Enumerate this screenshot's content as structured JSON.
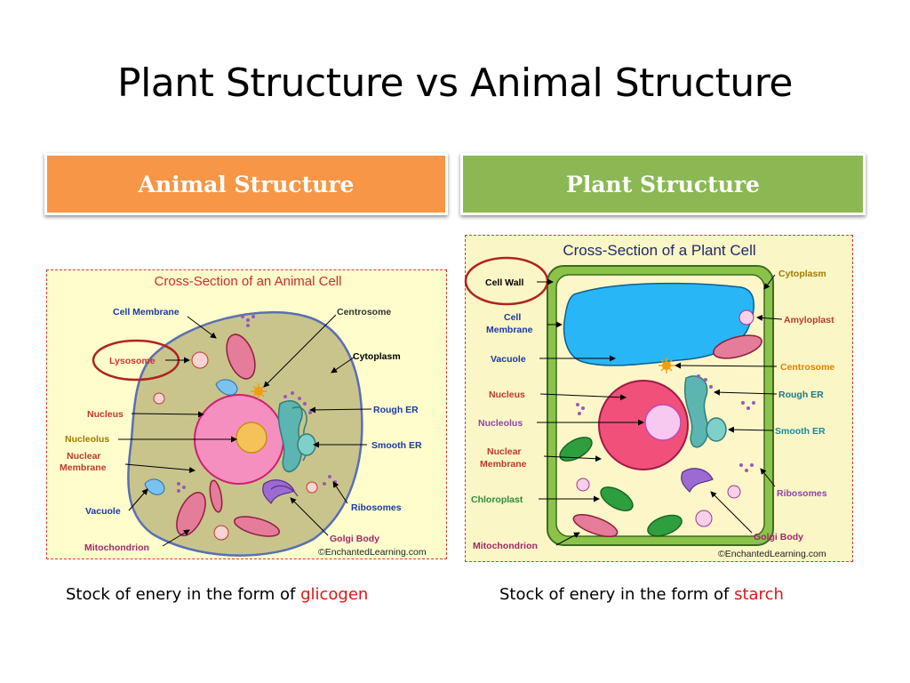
{
  "title": "Plant Structure vs Animal Structure",
  "headers": {
    "animal": "Animal Structure",
    "plant": "Plant Structure"
  },
  "animal_diagram": {
    "title": "Cross-Section of an Animal Cell",
    "labels": {
      "cell_membrane": "Cell Membrane",
      "lysosome": "Lysosome",
      "nucleus": "Nucleus",
      "nucleolus": "Nucleolus",
      "nuclear_membrane_1": "Nuclear",
      "nuclear_membrane_2": "Membrane",
      "vacuole": "Vacuole",
      "mitochondrion": "Mitochondrion",
      "centrosome": "Centrosome",
      "cytoplasm": "Cytoplasm",
      "rough_er": "Rough ER",
      "smooth_er": "Smooth ER",
      "ribosomes": "Ribosomes",
      "golgi_body": "Golgi Body"
    },
    "credit": "©EnchantedLearning.com"
  },
  "plant_diagram": {
    "title": "Cross-Section of a Plant Cell",
    "labels": {
      "cell_wall": "Cell Wall",
      "cell_membrane_1": "Cell",
      "cell_membrane_2": "Membrane",
      "vacuole": "Vacuole",
      "nucleus": "Nucleus",
      "nucleolus": "Nucleolus",
      "nuclear_membrane_1": "Nuclear",
      "nuclear_membrane_2": "Membrane",
      "chloroplast": "Chloroplast",
      "mitochondrion": "Mitochondrion",
      "cytoplasm": "Cytoplasm",
      "amyloplast": "Amyloplast",
      "centrosome": "Centrosome",
      "rough_er": "Rough ER",
      "smooth_er": "Smooth ER",
      "ribosomes": "Ribosomes",
      "golgi_body": "Golgi Body"
    },
    "credit": "©EnchantedLearning.com"
  },
  "captions": {
    "animal_prefix": "Stock of enery in the form of ",
    "animal_highlight": "glicogen",
    "plant_prefix": "Stock of enery in the form of ",
    "plant_highlight": "starch"
  },
  "colors": {
    "animal_header": "#F79646",
    "plant_header": "#8BB853",
    "highlight": "#E01414",
    "circle_marker": "#B22222"
  }
}
